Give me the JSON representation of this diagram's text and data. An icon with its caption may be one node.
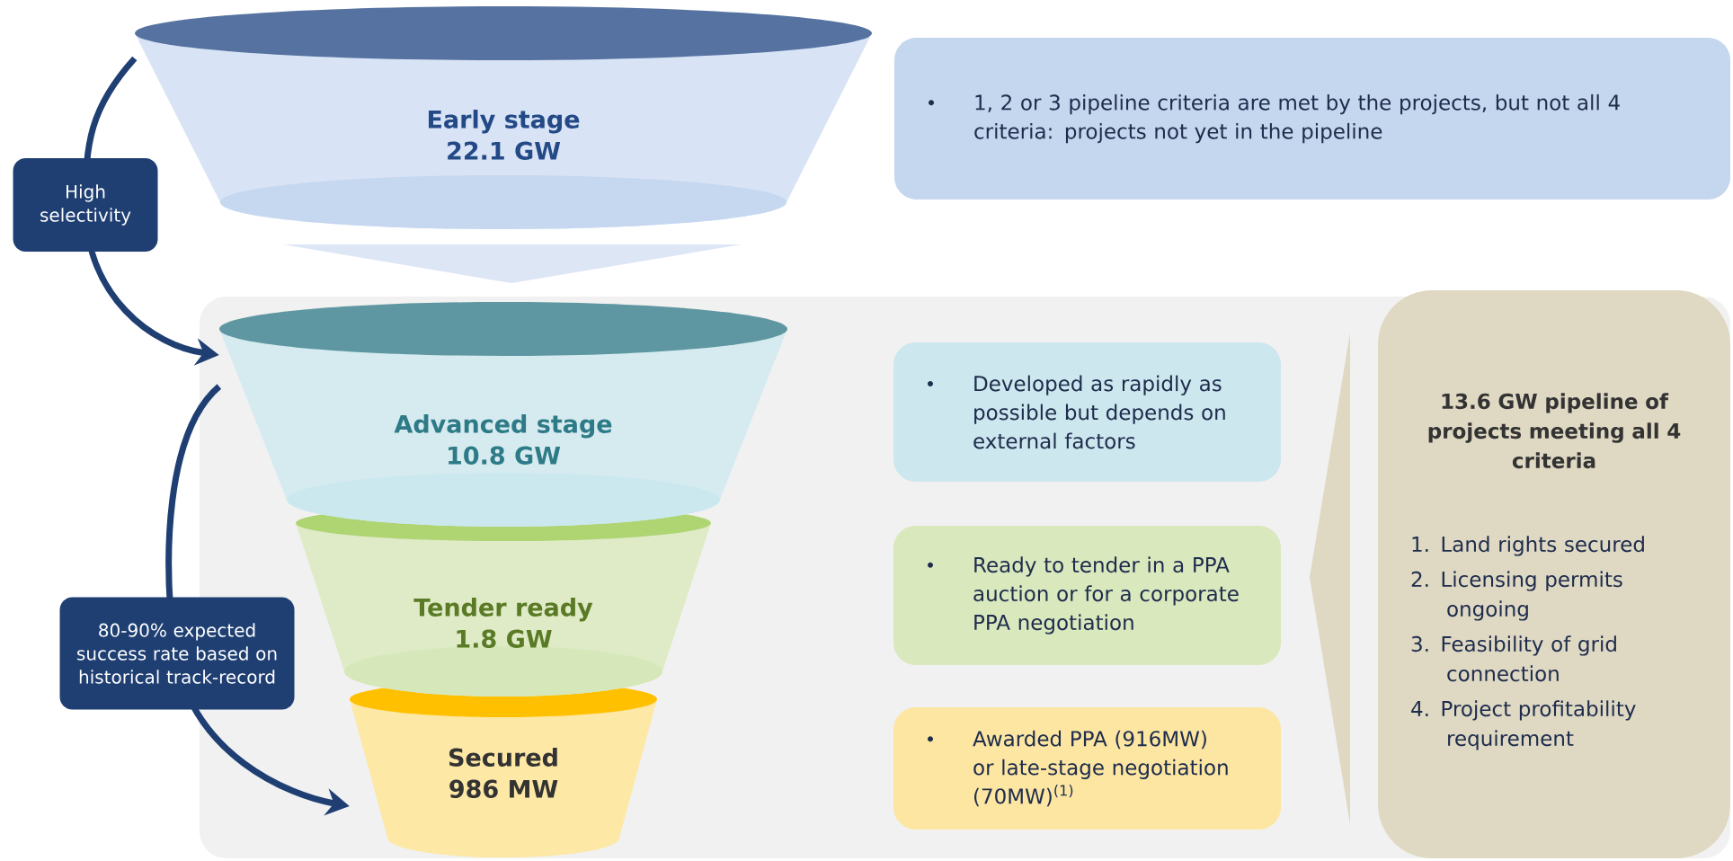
{
  "diagram": {
    "nodes": [
      {
        "text": [
          "Early stage",
          "22.1 GW"
        ]
      },
      {
        "text": [
          "1, 2 or 3 pipeline criteria are met by the projects, but not all 4 criteria: projects not yet in the pipeline"
        ]
      },
      {
        "text": [
          "Advanced stage",
          "10.8 GW"
        ]
      },
      {
        "text": [
          "Developed as rapidly as possible but depends on external factors"
        ]
      },
      {
        "text": [
          "Tender ready",
          "1.8 GW"
        ]
      },
      {
        "text": [
          "Ready to tender in a PPA auction or for a corporate PPA negotiation"
        ]
      },
      {
        "text": [
          "Secured",
          "986 MW"
        ]
      },
      {
        "text": [
          "Awarded PPA (916MW) or late-stage negotiation (70MW)$^{(1)}$"
        ]
      },
      {
        "text": [
          "13.6 GW pipeline of projects meeting all 4 criteria",
          "1. Land rights secured",
          "2. Licensing permits ongoing",
          "3. Feasibility of grid connection",
          "4. Project profitability requirement"
        ]
      }
    ],
    "edges": [
      {
        "from": 0,
        "to": 2,
        "arrow": "to",
        "label": "High selectivity"
      },
      {
        "from": 2,
        "to": 6,
        "arrow": "to",
        "label": "80-90% expected success rate based on historical track-record"
      }
    ]
  }
}
